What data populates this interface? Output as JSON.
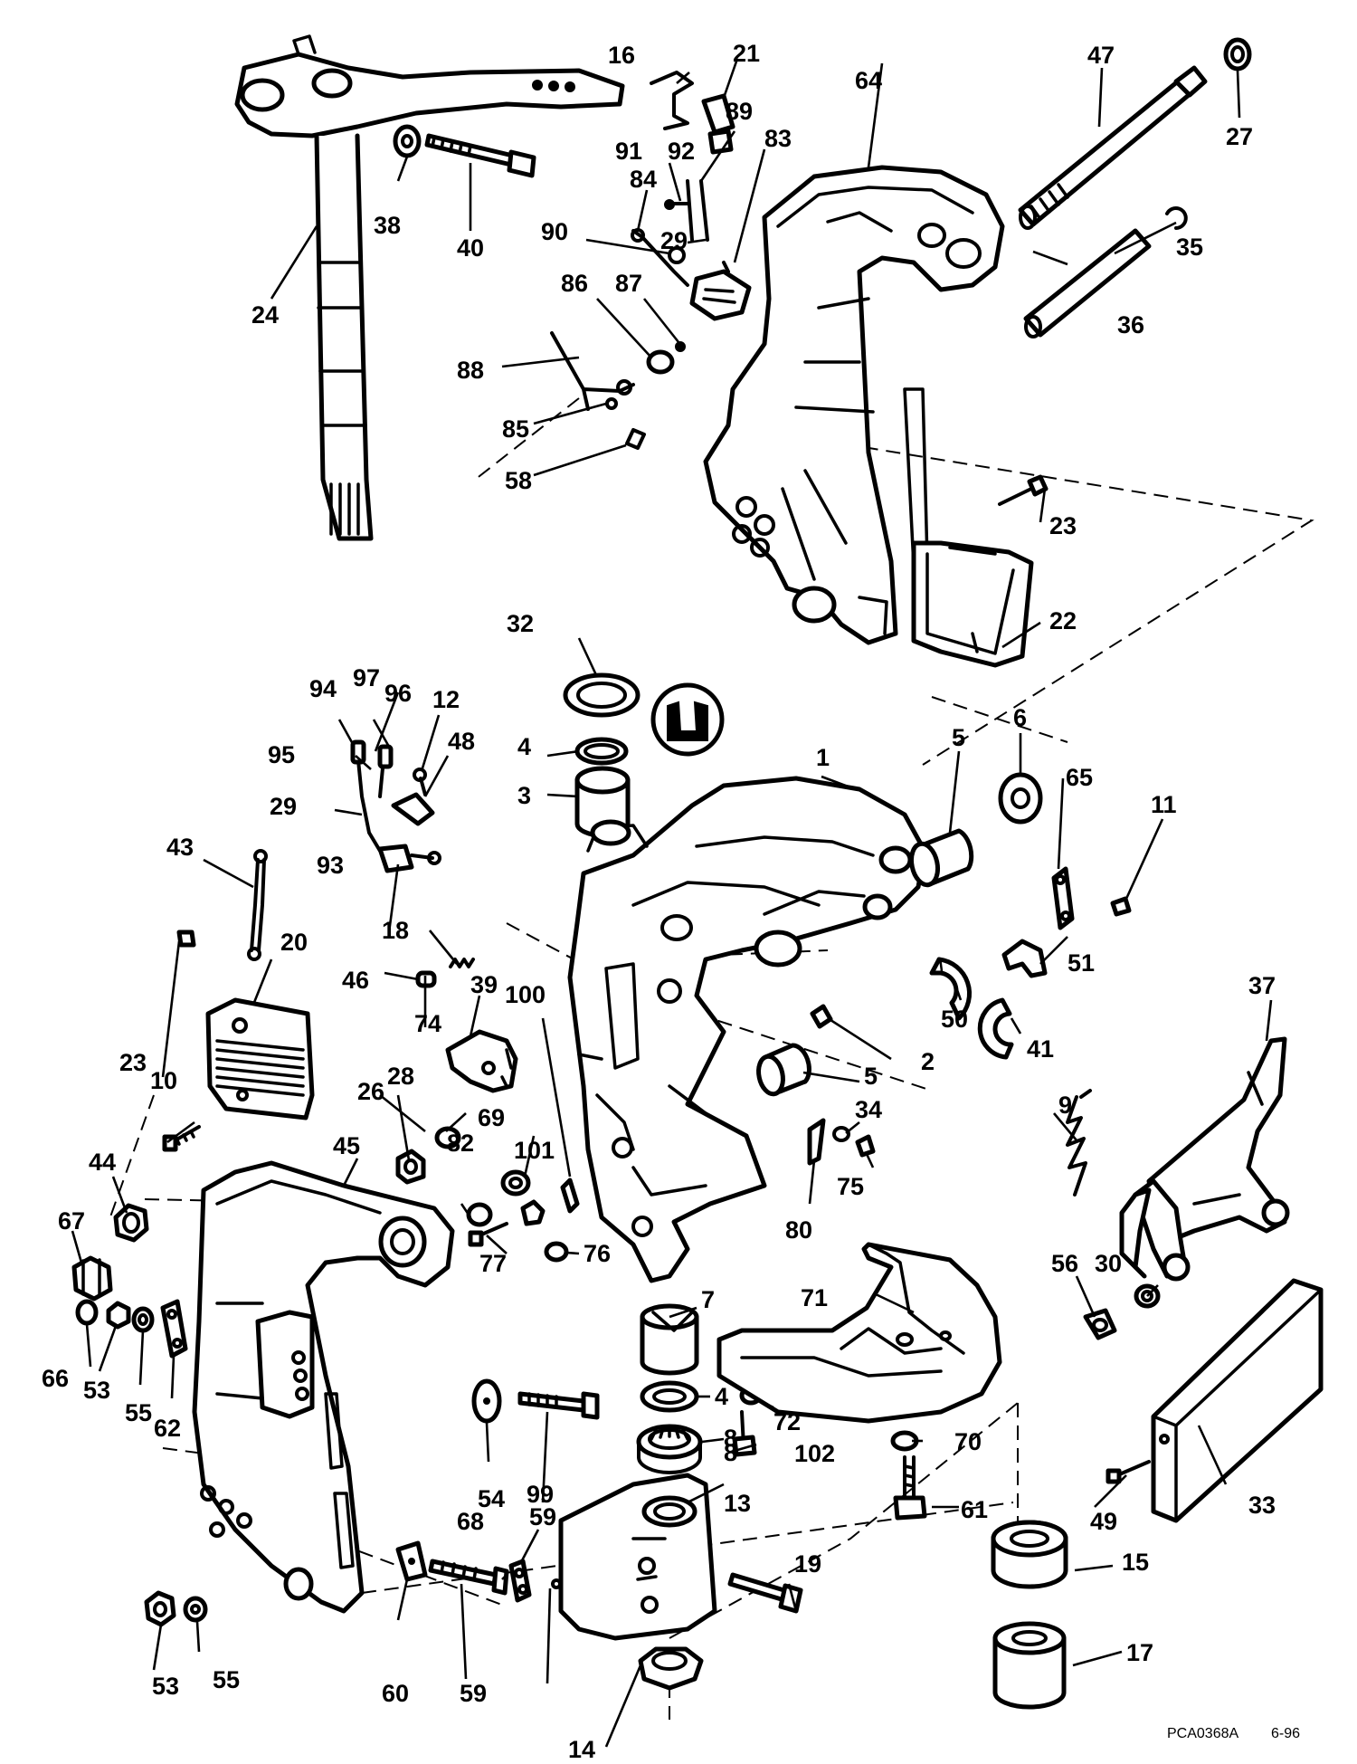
{
  "figure": {
    "reference_code": "PCA0368A",
    "revision_date": "6-96"
  },
  "callouts": [
    "1",
    "2",
    "3",
    "4",
    "4",
    "5",
    "5",
    "6",
    "7",
    "8",
    "8",
    "9",
    "10",
    "11",
    "12",
    "13",
    "14",
    "15",
    "16",
    "17",
    "18",
    "19",
    "20",
    "21",
    "22",
    "23",
    "23",
    "24",
    "26",
    "27",
    "28",
    "29",
    "29",
    "30",
    "32",
    "33",
    "34",
    "35",
    "36",
    "37",
    "38",
    "39",
    "40",
    "41",
    "43",
    "44",
    "45",
    "46",
    "47",
    "48",
    "49",
    "50",
    "51",
    "53",
    "53",
    "54",
    "55",
    "55",
    "56",
    "58",
    "59",
    "59",
    "60",
    "61",
    "62",
    "64",
    "65",
    "66",
    "67",
    "68",
    "69",
    "70",
    "71",
    "72",
    "74",
    "75",
    "76",
    "77",
    "80",
    "82",
    "83",
    "84",
    "85",
    "86",
    "87",
    "88",
    "89",
    "90",
    "91",
    "92",
    "93",
    "94",
    "95",
    "96",
    "97",
    "99",
    "100",
    "101",
    "102"
  ]
}
